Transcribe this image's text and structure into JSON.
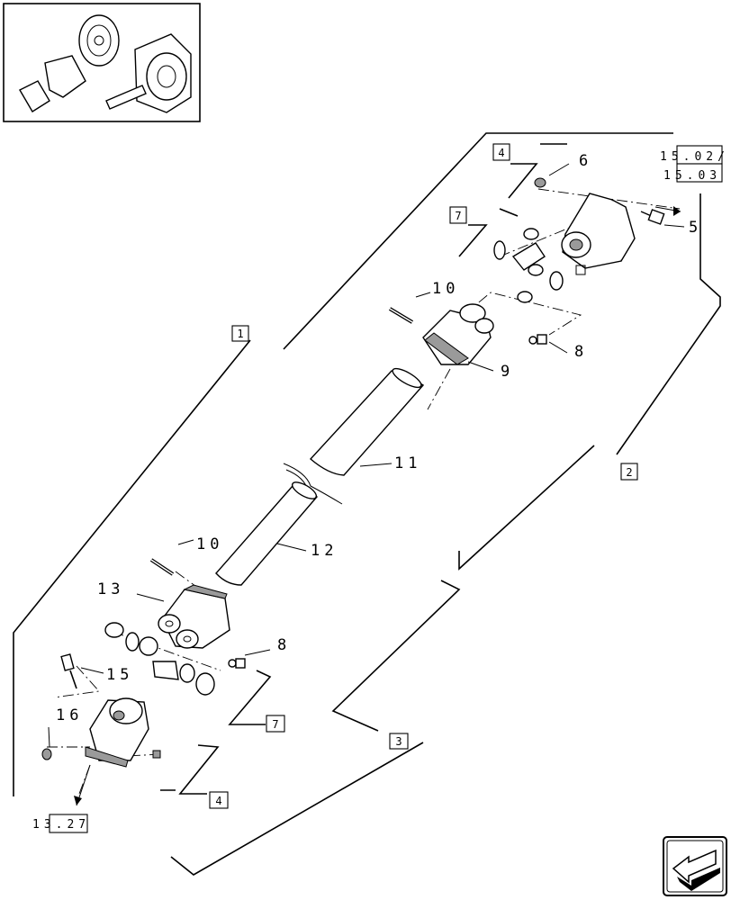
{
  "thumbnail": {
    "icon": "assembly-thumbnail-icon"
  },
  "groups": {
    "g1": "1",
    "g2": "2",
    "g3": "3",
    "g4_top": "4",
    "g4_bottom": "4",
    "g7_top": "7",
    "g7_bottom": "7"
  },
  "references": {
    "top_line1": "15.02/",
    "top_line2": "15.03",
    "bottom": "13.27"
  },
  "callouts": {
    "p5": "5",
    "p6": "6",
    "p8_top": "8",
    "p8_bottom": "8",
    "p9": "9",
    "p10_top": "10",
    "p10_bottom": "10",
    "p11": "11",
    "p12": "12",
    "p13": "13",
    "p15": "15",
    "p16": "16"
  },
  "nav": {
    "icon": "back-arrow-icon"
  }
}
